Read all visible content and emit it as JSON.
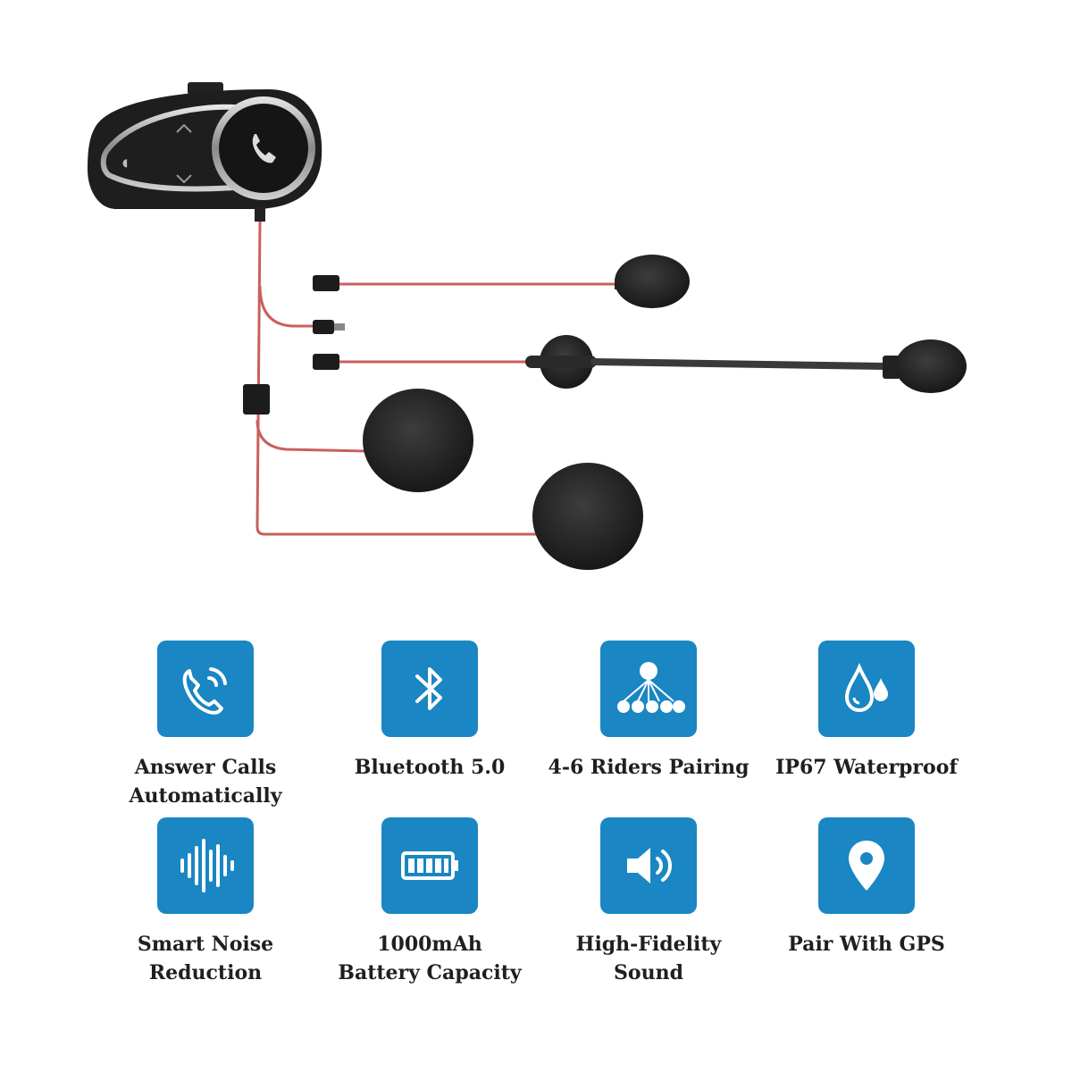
{
  "features": [
    {
      "label": "Answer  Calls\nAutomatically",
      "icon": "phone-call-icon"
    },
    {
      "label": "Bluetooth 5.0",
      "icon": "bluetooth-icon"
    },
    {
      "label": "4-6 Riders Pairing",
      "icon": "riders-pairing-icon"
    },
    {
      "label": "IP67 Waterproof",
      "icon": "water-drops-icon"
    },
    {
      "label": "Smart Noise\nReduction",
      "icon": "sound-wave-icon"
    },
    {
      "label": "1000mAh\nBattery Capacity",
      "icon": "battery-icon"
    },
    {
      "label": "High-Fidelity\nSound",
      "icon": "speaker-icon"
    },
    {
      "label": "Pair With GPS",
      "icon": "location-pin-icon"
    }
  ],
  "colors": {
    "tile": "#1a86c3",
    "cable": "#c95f5f",
    "device": "#1e1e1e"
  }
}
